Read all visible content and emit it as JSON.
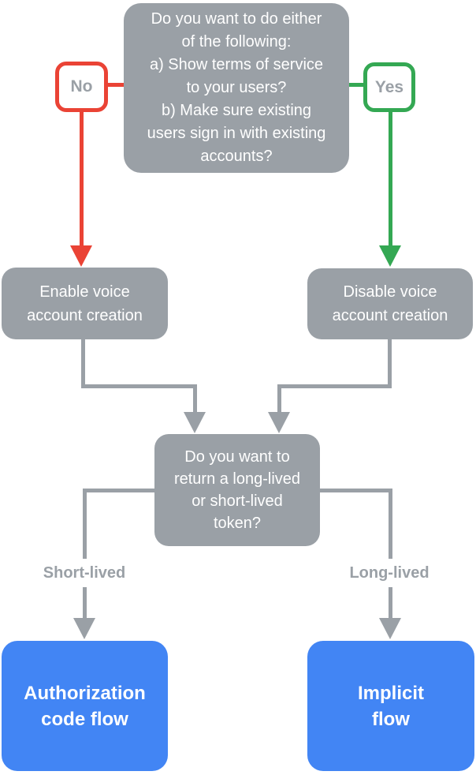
{
  "colors": {
    "gray": "#9aa0a6",
    "red": "#ea4335",
    "green": "#34a853",
    "blue": "#4285f4",
    "node_text": "#ffffff",
    "label_text": "#9aa0a6",
    "background": "#ffffff"
  },
  "nodes": {
    "top_question": "Do you want to do either\nof the following:\na) Show terms of service\nto your users?\nb) Make sure existing\nusers sign in with existing\naccounts?",
    "enable_voice": "Enable voice\naccount creation",
    "disable_voice": "Disable voice\naccount creation",
    "token_question": "Do you want to\nreturn a long-lived\nor short-lived\ntoken?",
    "authorization_code_flow": "Authorization\ncode flow",
    "implicit_flow": "Implicit\nflow"
  },
  "edge_labels": {
    "no": "No",
    "yes": "Yes",
    "short_lived": "Short-lived",
    "long_lived": "Long-lived"
  }
}
